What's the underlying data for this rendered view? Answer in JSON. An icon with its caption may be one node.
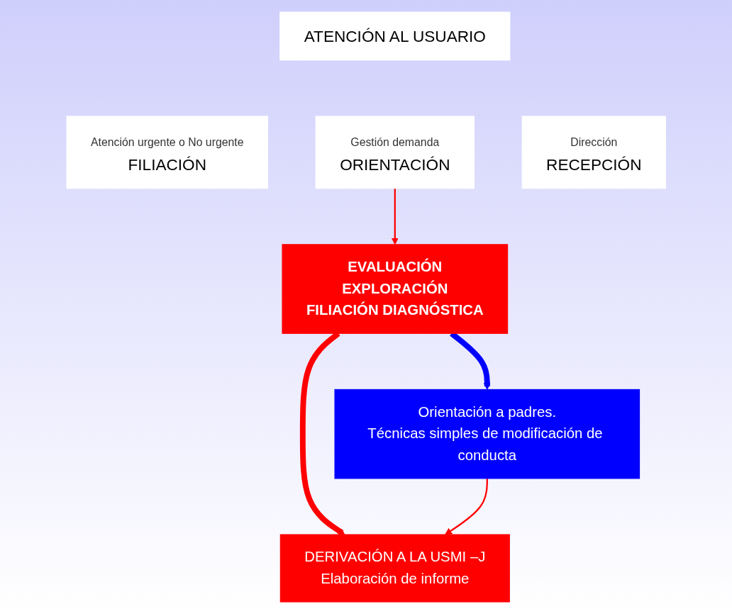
{
  "diagram": {
    "nodes": [
      {
        "text": [
          "ATENCIÓN AL USUARIO"
        ]
      },
      {
        "text": [
          "Atención urgente o No urgente",
          "FILIACIÓN"
        ]
      },
      {
        "text": [
          "Gestión demanda",
          "ORIENTACIÓN"
        ]
      },
      {
        "text": [
          "Dirección",
          "RECEPCIÓN"
        ]
      },
      {
        "text": [
          "EVALUACIÓN",
          "EXPLORACIÓN",
          "FILIACIÓN DIAGNÓSTICA"
        ]
      },
      {
        "text": [
          "Orientación a padres.",
          "Técnicas simples de modificación de conducta"
        ]
      },
      {
        "text": [
          "DERIVACIÓN A LA USMI –J",
          "Elaboración de informe"
        ]
      }
    ],
    "edges": [
      {
        "from": 2,
        "to": 4,
        "arrow": "to"
      },
      {
        "from": 4,
        "to": 6,
        "arrow": "to",
        "style": "thick"
      },
      {
        "from": 4,
        "to": 5,
        "arrow": "to",
        "style": "thick",
        "color": "#0000ff"
      },
      {
        "from": 5,
        "to": 6,
        "arrow": "to"
      }
    ]
  }
}
